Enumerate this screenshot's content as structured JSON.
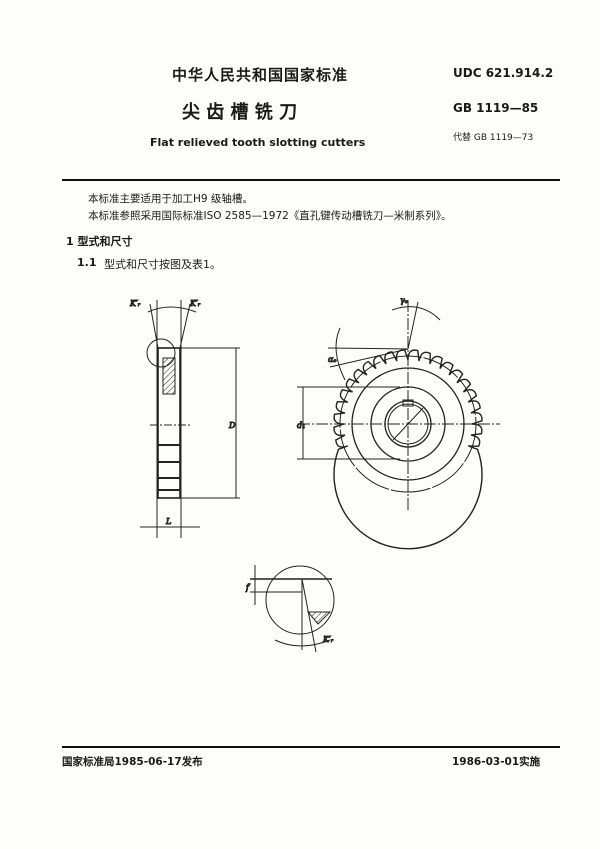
{
  "header": {
    "org_title": "中华人民共和国国家标准",
    "doc_title_cn": "尖 齿 槽 铣 刀",
    "doc_title_en": "Flat relieved tooth slotting cutters",
    "udc": "UDC 621.914.2",
    "std_number": "GB 1119—85",
    "replaces": "代替 GB 1119—73"
  },
  "body": {
    "intro_1": "本标准主要适用于加工H9 级轴槽。",
    "intro_2": "本标准参照采用国际标准ISO 2585—1972《直孔键传动槽铣刀—米制系列》。",
    "section_1": "1  型式和尺寸",
    "section_1_1_num": "1.1",
    "section_1_1_text": "型式和尺寸按图及表1。"
  },
  "figure": {
    "labels": {
      "kr_left": "K′ᵣ",
      "kr_right": "K′ᵣ",
      "D": "D",
      "L": "L",
      "gamma": "γₒ",
      "alpha": "αₒ",
      "d1": "d₁",
      "f": "f",
      "kr_detail": "K′ᵣ"
    }
  },
  "footer": {
    "issued": "国家标准局1985-06-17发布",
    "effective": "1986-03-01实施"
  }
}
